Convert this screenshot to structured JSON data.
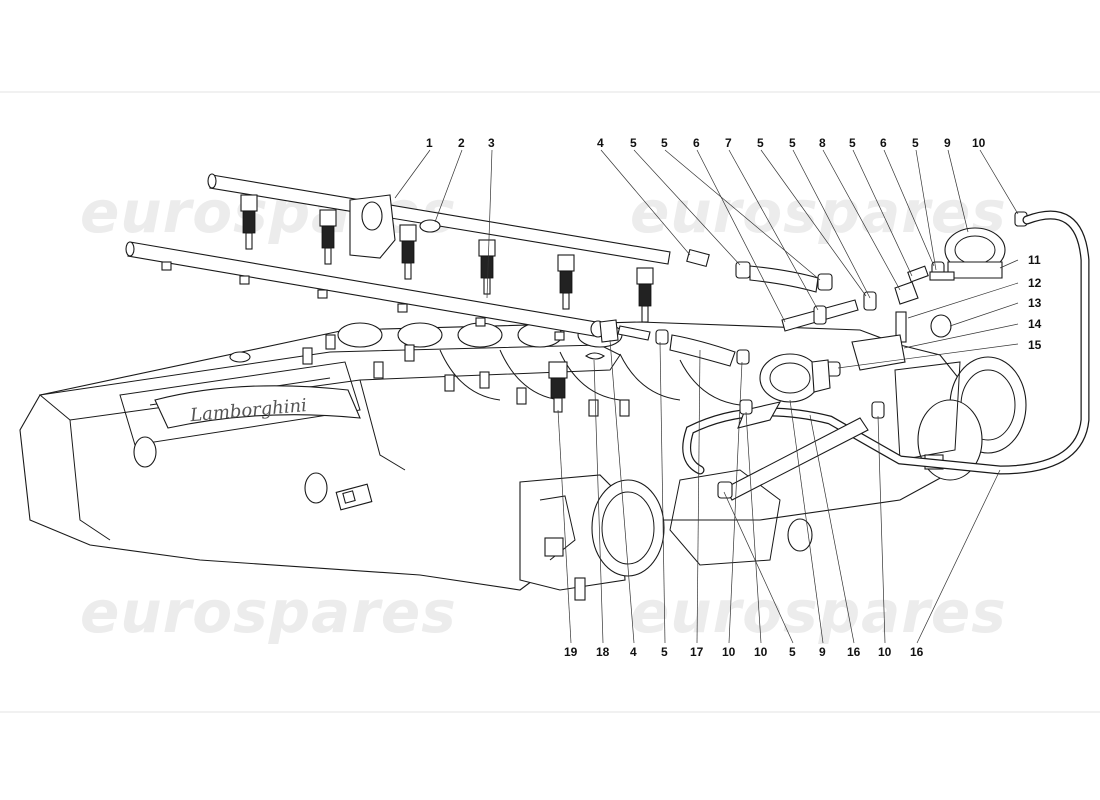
{
  "watermark": "eurospares",
  "badge_text": "Lamborghini",
  "callouts_top": [
    "1",
    "2",
    "3",
    "4",
    "5",
    "5",
    "6",
    "7",
    "5",
    "5",
    "8",
    "5",
    "6",
    "5",
    "9",
    "10"
  ],
  "callouts_right": [
    "11",
    "12",
    "13",
    "14",
    "15"
  ],
  "callouts_bottom": [
    "19",
    "18",
    "4",
    "5",
    "17",
    "10",
    "10",
    "5",
    "9",
    "16",
    "10",
    "16"
  ]
}
